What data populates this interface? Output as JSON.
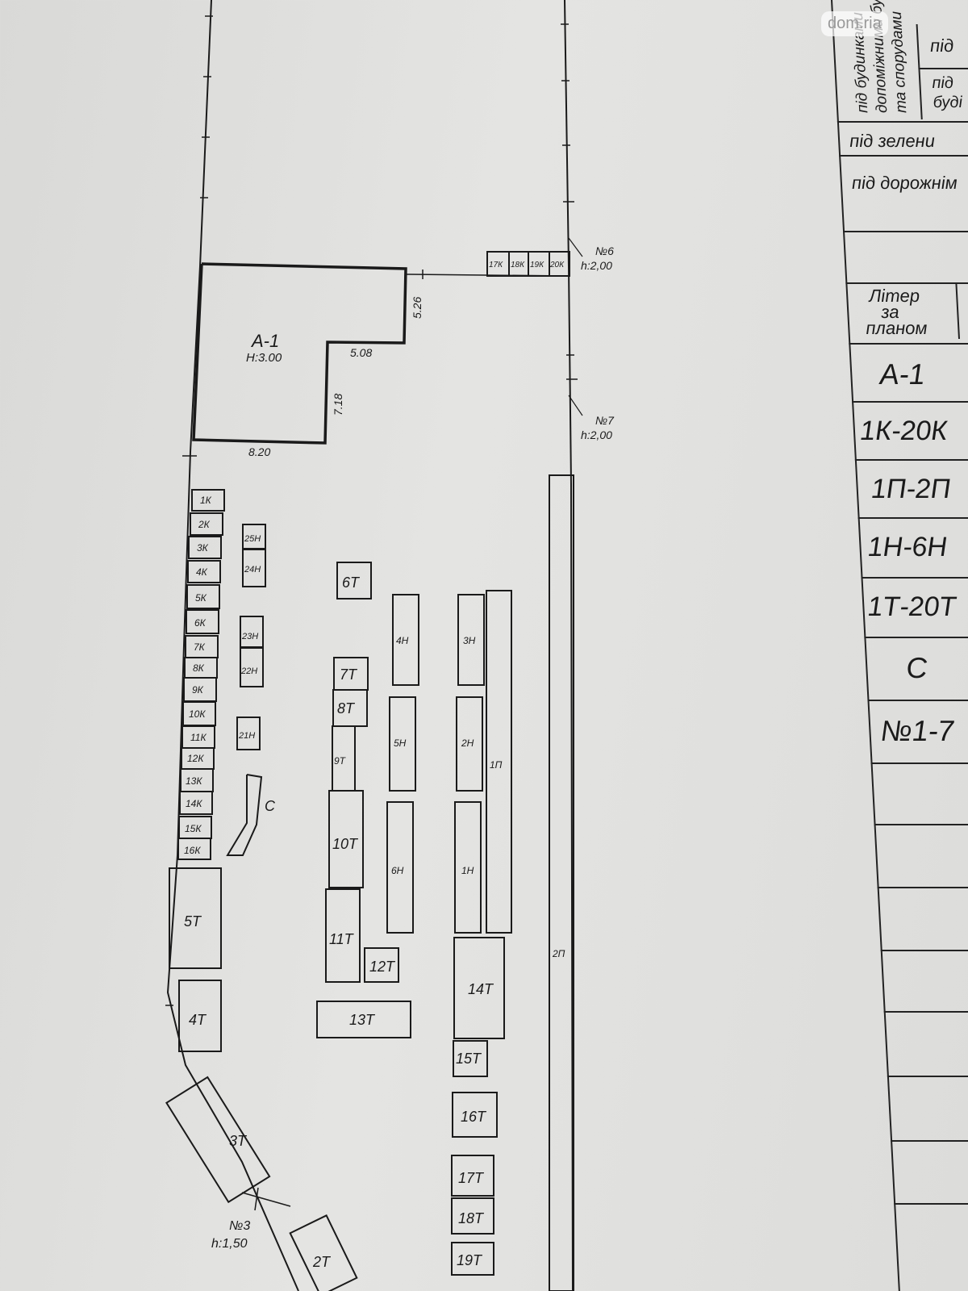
{
  "plan": {
    "main_building": {
      "label": "А-1",
      "height": "Н:3.00"
    },
    "dimensions": [
      "5.26",
      "5.08",
      "7.18",
      "8.20"
    ],
    "gates": [
      {
        "number": "№6",
        "height": "h:2,00"
      },
      {
        "number": "№7",
        "height": "h:2,00"
      },
      {
        "number": "№3",
        "height": "h:1,50"
      }
    ],
    "structures": [
      "1К",
      "2К",
      "3К",
      "4К",
      "5К",
      "6К",
      "7К",
      "8К",
      "9К",
      "10К",
      "11К",
      "12К",
      "13К",
      "14К",
      "15К",
      "16К",
      "17К",
      "18К",
      "19К",
      "20К",
      "25Н",
      "24Н",
      "23Н",
      "22Н",
      "21Н",
      "С",
      "6Т",
      "7Т",
      "8Т",
      "9Т",
      "10Т",
      "11Т",
      "12Т",
      "13Т",
      "5Т",
      "4Т",
      "3Т",
      "2Т",
      "4Н",
      "5Н",
      "6Н",
      "3Н",
      "2Н",
      "1Н",
      "1П",
      "2П",
      "14Т",
      "15Т",
      "16Т",
      "17Т",
      "18Т",
      "19Т"
    ]
  },
  "legend_table": {
    "header_rotated": [
      "під будинками",
      "допоміжними будівлями",
      "та спорудами"
    ],
    "header_right": [
      "під",
      "під",
      "буді"
    ],
    "rows": [
      "під зелени",
      "під дорожнім"
    ],
    "col_header": [
      "Літер",
      "за",
      "планом"
    ],
    "letters": [
      "А-1",
      "1К-20К",
      "1П-2П",
      "1Н-6Н",
      "1Т-20Т",
      "С",
      "№1-7"
    ]
  },
  "watermark": "dom.ria"
}
